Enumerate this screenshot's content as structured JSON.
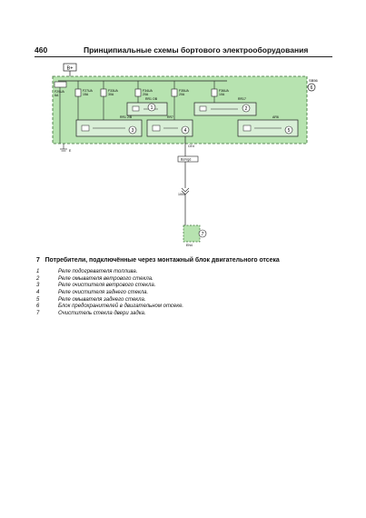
{
  "header": {
    "page_number": "460",
    "title": "Принципиальные схемы бортового электрооборудования"
  },
  "colors": {
    "fuse_box_fill": "#b7e3b0",
    "fuse_box_border": "#3a6d35",
    "relay_box": "#d9efd7",
    "wire": "#222222"
  },
  "diagram": {
    "battery_label": "B+",
    "block_id": "SB56",
    "block_number": "6",
    "main_fuse": "F29UA\n6A",
    "fuses": [
      "F27UA\n15A",
      "F33UA\n30A",
      "F34UA\n20A",
      "F35UA\n20A",
      "F36UA\n10A"
    ],
    "relays": [
      {
        "code": "RR1 OB",
        "number": "1"
      },
      {
        "code": "RR17",
        "number": "2"
      },
      {
        "code": "RR1 2/B",
        "number": "3"
      },
      {
        "code": "RR7",
        "number": "4"
      },
      {
        "code": "AR6",
        "number": "5"
      }
    ],
    "ground_left": "E",
    "connector_code": "CE4",
    "wire_bundle_label": "Bs/Vgd",
    "connector_code_2": "1000",
    "consumer_code": "EN4",
    "consumer_number": "7"
  },
  "figure_caption": {
    "number": "7",
    "text": "Потребители, подключённые через монтажный блок двигательного отсека"
  },
  "legend": [
    {
      "num": "1",
      "text": "Реле подогревателя топлива."
    },
    {
      "num": "2",
      "text": "Реле омывателя ветрового стекла."
    },
    {
      "num": "3",
      "text": "Реле очистителя ветрового стекла."
    },
    {
      "num": "4",
      "text": "Реле очистителя заднего стекла."
    },
    {
      "num": "5",
      "text": "Реле омывателя заднего стекла."
    },
    {
      "num": "6",
      "text": "Блок предохранителей в двигательном отсеке."
    },
    {
      "num": "7",
      "text": "Очиститель стекла двери задка."
    }
  ]
}
